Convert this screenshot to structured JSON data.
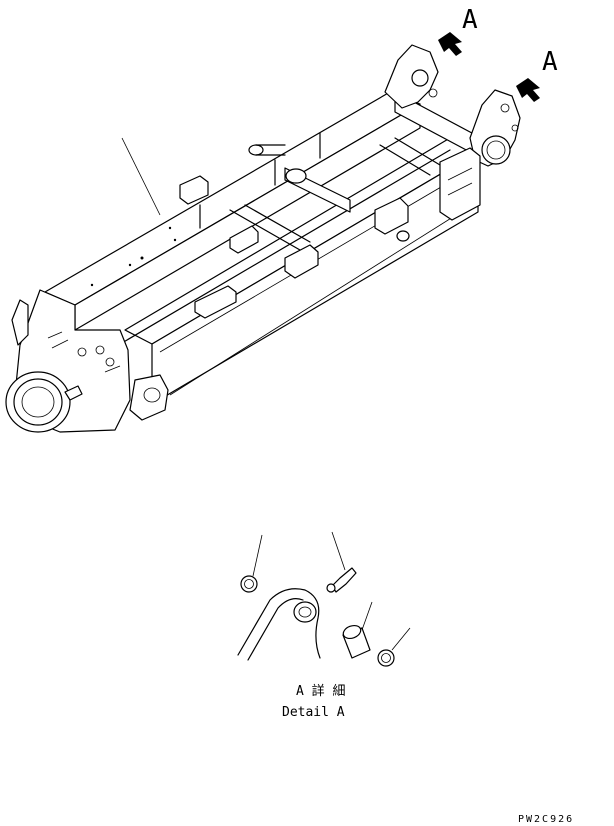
{
  "callouts": {
    "view_marker_left": "A",
    "view_marker_right": "A"
  },
  "detail": {
    "caption_jp": "A 詳 細",
    "caption_en": "Detail A"
  },
  "figure_id": "PW2C926"
}
